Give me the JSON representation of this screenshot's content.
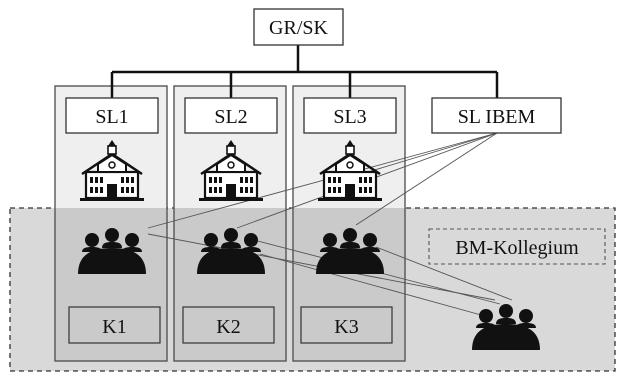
{
  "top_node": {
    "label": "GR/SK"
  },
  "leaders": [
    {
      "label": "SL1"
    },
    {
      "label": "SL2"
    },
    {
      "label": "SL3"
    },
    {
      "label": "SL IBEM"
    }
  ],
  "colleges": [
    {
      "label": "K1"
    },
    {
      "label": "K2"
    },
    {
      "label": "K3"
    }
  ],
  "bm_region": {
    "label": "BM-Kollegium"
  },
  "icons": {
    "school": "school-building-icon",
    "group": "meeting-group-icon"
  },
  "colors": {
    "column_fill": "#efefef",
    "region_fill": "#d9d9d9",
    "overlap_fill": "#cacaca",
    "stroke": "#555555",
    "icon": "#111111"
  }
}
